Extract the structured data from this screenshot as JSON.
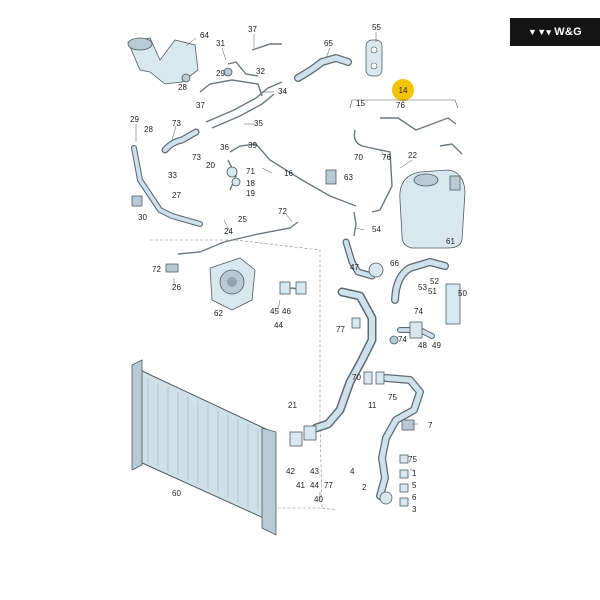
{
  "logo": {
    "mark": "▼▼▾",
    "text": "W&G"
  },
  "highlight": {
    "label": "14",
    "color": "#f5c400"
  },
  "colors": {
    "part_fill": "#d9e8ef",
    "outline": "#4f5c63"
  },
  "callouts": {
    "c64": "64",
    "c37": "37",
    "c55": "55",
    "c31": "31",
    "c32": "32",
    "c65": "65",
    "c28a": "28",
    "c29a": "29",
    "c34": "34",
    "c14": "14",
    "c15": "15",
    "c76a": "76",
    "c37b": "37",
    "c35": "35",
    "c29b": "29",
    "c28b": "28",
    "c73a": "73",
    "c39": "39",
    "c36": "36",
    "c70": "70",
    "c76b": "76",
    "c22": "22",
    "c73b": "73",
    "c71": "71",
    "c20": "20",
    "c18": "18",
    "c19": "19",
    "c16": "16",
    "c63": "63",
    "c33": "33",
    "c27": "27",
    "c30": "30",
    "c25": "25",
    "c72a": "72",
    "c24": "24",
    "c54": "54",
    "c61": "61",
    "c72b": "72",
    "c26": "26",
    "c47": "47",
    "c66": "66",
    "c52": "52",
    "c51": "51",
    "c53": "53",
    "c50": "50",
    "c74a": "74",
    "c62": "62",
    "c45": "45",
    "c46": "46",
    "c44a": "44",
    "c77a": "77",
    "c48": "48",
    "c49": "49",
    "c74b": "74",
    "c70b": "70",
    "c11": "11",
    "c75a": "75",
    "c21": "21",
    "c7": "7",
    "c60": "60",
    "c42": "42",
    "c43": "43",
    "c41": "41",
    "c44b": "44",
    "c77b": "77",
    "c40": "40",
    "c4": "4",
    "c75b": "75",
    "c1": "1",
    "c5": "5",
    "c6": "6",
    "c3": "3",
    "c2": "2"
  }
}
